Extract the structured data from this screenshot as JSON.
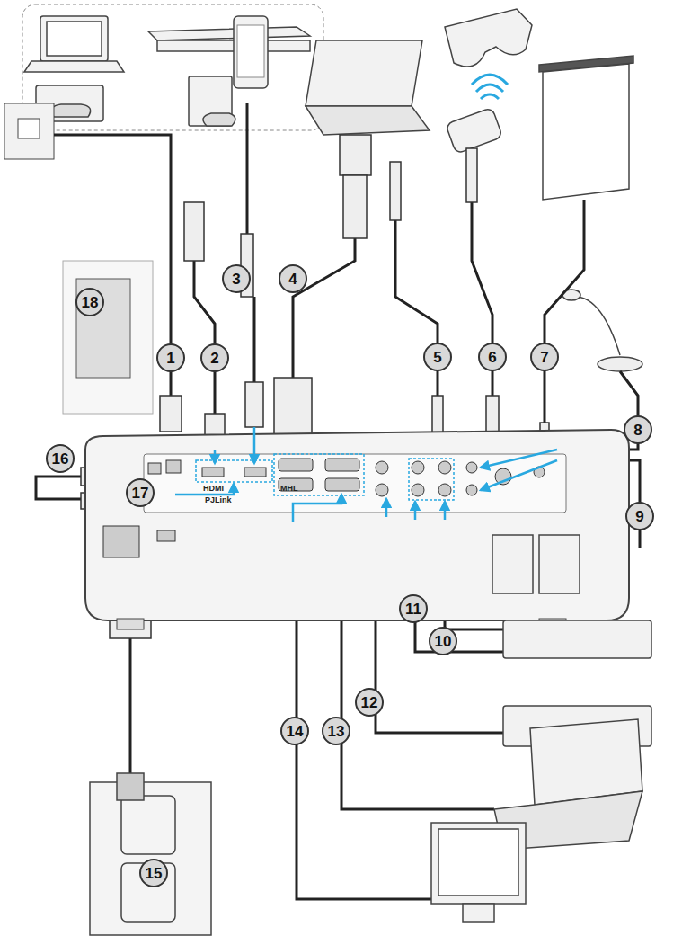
{
  "diagram": {
    "nodes": [
      {
        "text": [
          "1"
        ]
      },
      {
        "text": [
          "2"
        ]
      },
      {
        "text": [
          "3"
        ]
      },
      {
        "text": [
          "4"
        ]
      },
      {
        "text": [
          "5"
        ]
      },
      {
        "text": [
          "6"
        ]
      },
      {
        "text": [
          "7"
        ]
      },
      {
        "text": [
          "8"
        ]
      },
      {
        "text": [
          "9"
        ]
      },
      {
        "text": [
          "10"
        ]
      },
      {
        "text": [
          "11"
        ]
      },
      {
        "text": [
          "12"
        ]
      },
      {
        "text": [
          "13"
        ]
      },
      {
        "text": [
          "14"
        ]
      },
      {
        "text": [
          "15"
        ]
      },
      {
        "text": [
          "16"
        ]
      },
      {
        "text": [
          "17"
        ]
      },
      {
        "text": [
          "18"
        ]
      }
    ],
    "labels": [
      "HDMI",
      "MHL",
      "PJLink"
    ]
  }
}
